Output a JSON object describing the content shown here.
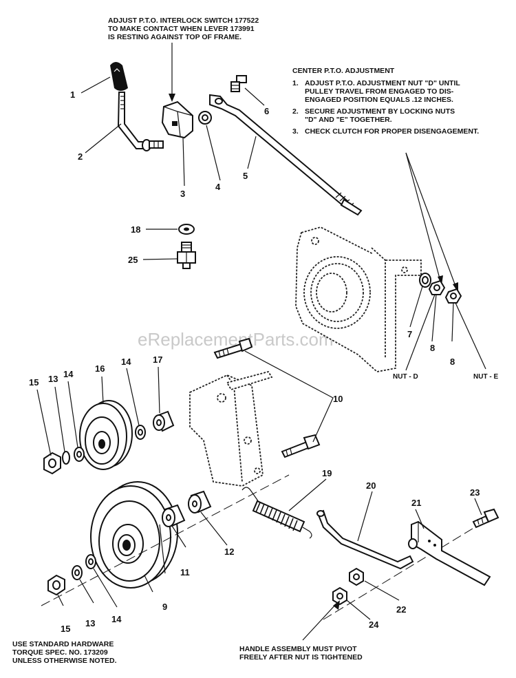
{
  "notes": {
    "interlock": [
      "ADJUST P.T.O. INTERLOCK SWITCH 177522",
      "TO MAKE CONTACT WHEN LEVER 173991",
      "IS RESTING AGAINST TOP OF FRAME."
    ],
    "center_title": "CENTER P.T.O. ADJUSTMENT",
    "center_steps": [
      {
        "num": "1.",
        "lines": [
          "ADJUST P.T.O. ADJUSTMENT NUT \"D\" UNTIL",
          "PULLEY TRAVEL FROM ENGAGED TO DIS-",
          "ENGAGED POSITION EQUALS .12 INCHES."
        ]
      },
      {
        "num": "2.",
        "lines": [
          "SECURE ADJUSTMENT BY LOCKING NUTS",
          "\"D\" AND \"E\" TOGETHER."
        ]
      },
      {
        "num": "3.",
        "lines": [
          "CHECK CLUTCH FOR PROPER DISENGAGEMENT."
        ]
      }
    ],
    "hardware": [
      "USE STANDARD HARDWARE",
      "TORQUE SPEC. NO. 173209",
      "UNLESS OTHERWISE NOTED."
    ],
    "handle": [
      "HANDLE ASSEMBLY MUST PIVOT",
      "FREELY AFTER NUT IS TIGHTENED"
    ]
  },
  "nut_tags": {
    "d": "NUT - D",
    "e": "NUT - E"
  },
  "watermark": "eReplacementParts.com",
  "callouts": {
    "c1": "1",
    "c2": "2",
    "c3": "3",
    "c4": "4",
    "c5": "5",
    "c6": "6",
    "c7": "7",
    "c8a": "8",
    "c8b": "8",
    "c9": "9",
    "c10": "10",
    "c11": "11",
    "c12": "12",
    "c13a": "13",
    "c13b": "13",
    "c14a": "14",
    "c14b": "14",
    "c14c": "14",
    "c15a": "15",
    "c15b": "15",
    "c16": "16",
    "c17": "17",
    "c18": "18",
    "c19": "19",
    "c20": "20",
    "c21": "21",
    "c22": "22",
    "c23": "23",
    "c24": "24",
    "c25": "25"
  }
}
